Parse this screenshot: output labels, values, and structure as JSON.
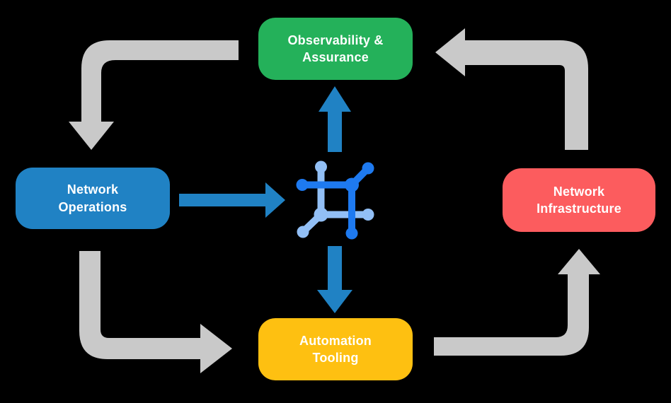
{
  "diagram": {
    "type": "cycle-flow-diagram",
    "background_color": "#000000",
    "nodes": [
      {
        "id": "observability-assurance",
        "label": "Observability & Assurance",
        "color": "#24b15a",
        "position": "top"
      },
      {
        "id": "network-operations",
        "label": "Network Operations",
        "color": "#2082c4",
        "position": "left"
      },
      {
        "id": "network-infrastructure",
        "label": "Network Infrastructure",
        "color": "#fc5c5e",
        "position": "right"
      },
      {
        "id": "automation-tooling",
        "label": "Automation Tooling",
        "color": "#fec011",
        "position": "bottom"
      }
    ],
    "center_icon": {
      "name": "network-hub-icon",
      "dark_blue": "#1e7af0",
      "light_blue": "#92bff5"
    },
    "arrows": {
      "gray_color": "#c9c9c9",
      "blue_color": "#2082c4",
      "gray_flow": [
        "observability-assurance -> network-operations",
        "network-operations -> automation-tooling",
        "automation-tooling -> network-infrastructure",
        "network-infrastructure -> observability-assurance"
      ],
      "blue_flow": [
        "network-operations -> center-icon",
        "center-icon -> observability-assurance",
        "center-icon -> automation-tooling"
      ]
    }
  }
}
